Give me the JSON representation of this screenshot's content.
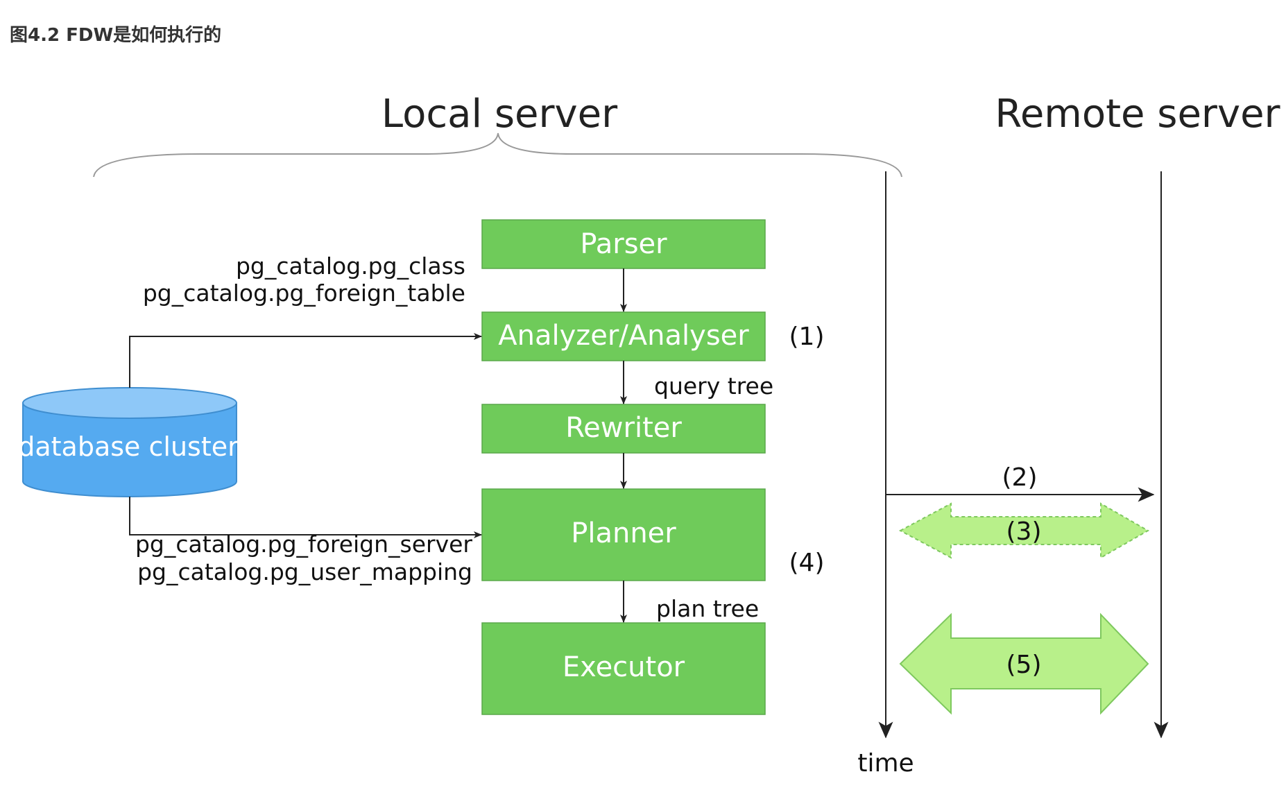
{
  "caption": "图4.2 FDW是如何执行的",
  "headings": {
    "local": "Local server",
    "remote": "Remote server"
  },
  "boxes": {
    "parser": "Parser",
    "analyzer": "Analyzer/Analyser",
    "rewriter": "Rewriter",
    "planner": "Planner",
    "executor": "Executor"
  },
  "cylinder": "database cluster",
  "catalog_top": [
    "pg_catalog.pg_class",
    "pg_catalog.pg_foreign_table"
  ],
  "catalog_bottom": [
    "pg_catalog.pg_foreign_server",
    "pg_catalog.pg_user_mapping"
  ],
  "flow_labels": {
    "query_tree": "query tree",
    "plan_tree": "plan tree"
  },
  "steps": {
    "s1": "(1)",
    "s2": "(2)",
    "s3": "(3)",
    "s4": "(4)",
    "s5": "(5)"
  },
  "time_label": "time",
  "colors": {
    "box_green": "#6fcb5a",
    "cylinder_blue": "#55aaf0",
    "arrow_light_green": "#b8f08a",
    "line": "#222222"
  }
}
